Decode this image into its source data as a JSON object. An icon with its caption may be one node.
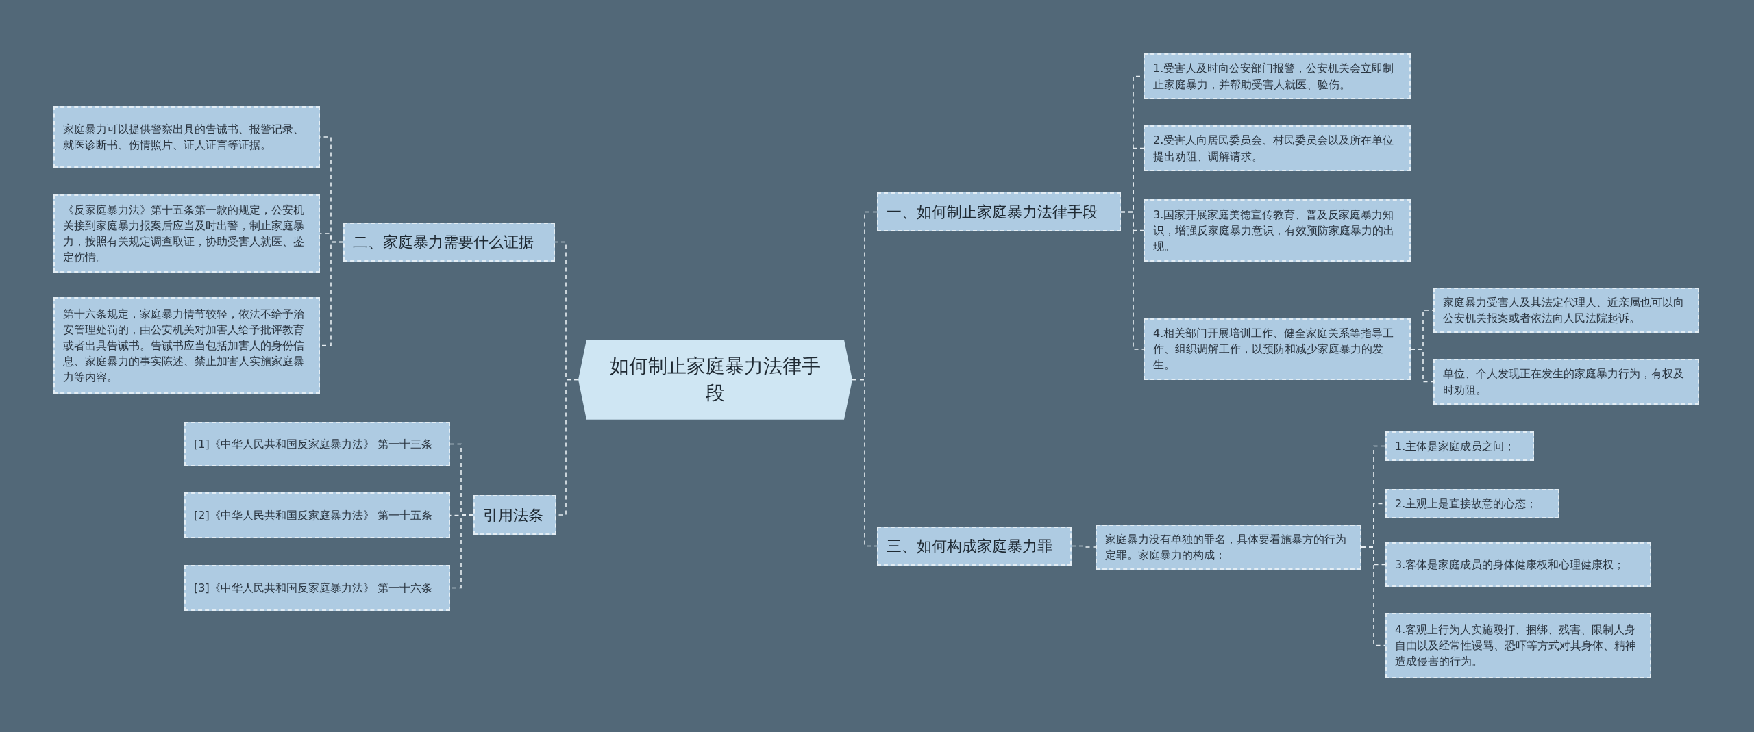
{
  "diagram": {
    "nodes": [
      {
        "text": [
          "如何制止家庭暴力法律手段"
        ]
      },
      {
        "text": [
          "一、如何制止家庭暴力法律手段"
        ]
      },
      {
        "text": [
          "1.受害人及时向公安部门报警，公安机关会立即制止家庭暴力，并帮助受害人就医、验伤。"
        ]
      },
      {
        "text": [
          "2.受害人向居民委员会、村民委员会以及所在单位提出劝阻、调解请求。"
        ]
      },
      {
        "text": [
          "3.国家开展家庭美德宣传教育、普及反家庭暴力知识，增强反家庭暴力意识，有效预防家庭暴力的出现。"
        ]
      },
      {
        "text": [
          "4.相关部门开展培训工作、健全家庭关系等指导工作、组织调解工作，以预防和减少家庭暴力的发生。"
        ]
      },
      {
        "text": [
          "家庭暴力受害人及其法定代理人、近亲属也可以向公安机关报案或者依法向人民法院起诉。"
        ]
      },
      {
        "text": [
          "单位、个人发现正在发生的家庭暴力行为，有权及时劝阻。"
        ]
      },
      {
        "text": [
          "三、如何构成家庭暴力罪"
        ]
      },
      {
        "text": [
          "家庭暴力没有单独的罪名，具体要看施暴方的行为定罪。家庭暴力的构成："
        ]
      },
      {
        "text": [
          "1.主体是家庭成员之间；"
        ]
      },
      {
        "text": [
          "2.主观上是直接故意的心态；"
        ]
      },
      {
        "text": [
          "3.客体是家庭成员的身体健康权和心理健康权；"
        ]
      },
      {
        "text": [
          "4.客观上行为人实施殴打、捆绑、残害、限制人身自由以及经常性谩骂、恐吓等方式对其身体、精神造成侵害的行为。"
        ]
      },
      {
        "text": [
          "二、家庭暴力需要什么证据"
        ]
      },
      {
        "text": [
          "家庭暴力可以提供警察出具的告诫书、报警记录、就医诊断书、伤情照片、证人证言等证据。"
        ]
      },
      {
        "text": [
          "《反家庭暴力法》第十五条第一款的规定，公安机关接到家庭暴力报案后应当及时出警，制止家庭暴力，按照有关规定调查取证，协助受害人就医、鉴定伤情。"
        ]
      },
      {
        "text": [
          "第十六条规定，家庭暴力情节较轻，依法不给予治安管理处罚的，由公安机关对加害人给予批评教育或者出具告诫书。告诫书应当包括加害人的身份信息、家庭暴力的事实陈述、禁止加害人实施家庭暴力等内容。"
        ]
      },
      {
        "text": [
          "引用法条"
        ]
      },
      {
        "text": [
          "[1]《中华人民共和国反家庭暴力法》 第一十三条"
        ]
      },
      {
        "text": [
          "[2]《中华人民共和国反家庭暴力法》 第一十五条"
        ]
      },
      {
        "text": [
          "[3]《中华人民共和国反家庭暴力法》 第一十六条"
        ]
      }
    ],
    "edges": [
      {
        "from": 0,
        "to": 1,
        "arrow": "none",
        "style": "dashed"
      },
      {
        "from": 1,
        "to": 2,
        "arrow": "none",
        "style": "dashed"
      },
      {
        "from": 1,
        "to": 3,
        "arrow": "none",
        "style": "dashed"
      },
      {
        "from": 1,
        "to": 4,
        "arrow": "none",
        "style": "dashed"
      },
      {
        "from": 1,
        "to": 5,
        "arrow": "none",
        "style": "dashed"
      },
      {
        "from": 5,
        "to": 6,
        "arrow": "none",
        "style": "dashed"
      },
      {
        "from": 5,
        "to": 7,
        "arrow": "none",
        "style": "dashed"
      },
      {
        "from": 0,
        "to": 8,
        "arrow": "none",
        "style": "dashed"
      },
      {
        "from": 8,
        "to": 9,
        "arrow": "none",
        "style": "dashed"
      },
      {
        "from": 9,
        "to": 10,
        "arrow": "none",
        "style": "dashed"
      },
      {
        "from": 9,
        "to": 11,
        "arrow": "none",
        "style": "dashed"
      },
      {
        "from": 9,
        "to": 12,
        "arrow": "none",
        "style": "dashed"
      },
      {
        "from": 9,
        "to": 13,
        "arrow": "none",
        "style": "dashed"
      },
      {
        "from": 0,
        "to": 14,
        "arrow": "none",
        "style": "dashed"
      },
      {
        "from": 14,
        "to": 15,
        "arrow": "none",
        "style": "dashed"
      },
      {
        "from": 14,
        "to": 16,
        "arrow": "none",
        "style": "dashed"
      },
      {
        "from": 14,
        "to": 17,
        "arrow": "none",
        "style": "dashed"
      },
      {
        "from": 0,
        "to": 18,
        "arrow": "none",
        "style": "dashed"
      },
      {
        "from": 18,
        "to": 19,
        "arrow": "none",
        "style": "dashed"
      },
      {
        "from": 18,
        "to": 20,
        "arrow": "none",
        "style": "dashed"
      },
      {
        "from": 18,
        "to": 21,
        "arrow": "none",
        "style": "dashed"
      }
    ]
  }
}
